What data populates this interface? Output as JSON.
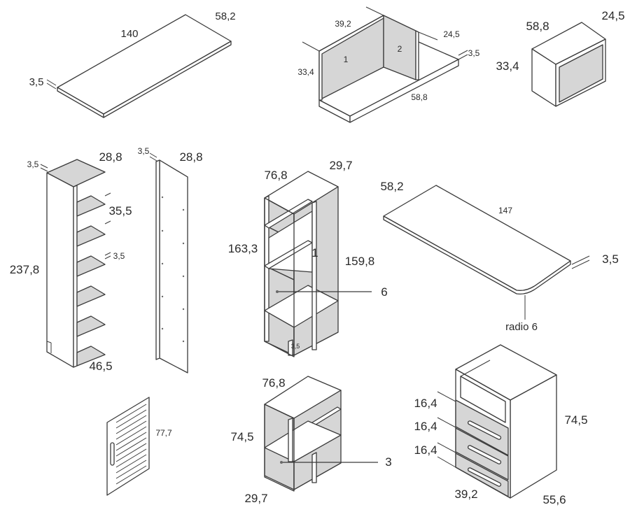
{
  "pieces": {
    "table_top_140": {
      "length": "140",
      "depth": "58,2",
      "thickness": "3,5"
    },
    "open_box": {
      "width": "39,2",
      "depth": "24,5",
      "height": "33,4",
      "thickness": "3,5",
      "bottom": "58,8",
      "panel_1": "1",
      "panel_2": "2"
    },
    "cabinet_box": {
      "width": "58,8",
      "depth": "24,5",
      "height": "33,4"
    },
    "tall_shelf": {
      "thickness": "3,5",
      "depth": "28,8",
      "height": "237,8",
      "spacing": "35,5",
      "shelf_thickness": "3,5",
      "base": "46,5"
    },
    "side_panel": {
      "thickness": "3,5",
      "depth": "28,8"
    },
    "bookcase_tall": {
      "width": "76,8",
      "depth": "29,7",
      "height_left": "163,3",
      "height_right": "159,8",
      "callout_1": "1",
      "callout_6": "6",
      "shelf_thickness": "3,5"
    },
    "desk_top": {
      "depth": "58,2",
      "length": "147",
      "thickness": "3,5",
      "radius": "radio 6"
    },
    "door": {
      "height": "77,7"
    },
    "bookcase_low": {
      "width": "76,8",
      "height": "74,5",
      "depth": "29,7",
      "callout_3": "3"
    },
    "drawer_unit": {
      "drawer_1": "16,4",
      "drawer_2": "16,4",
      "drawer_3": "16,4",
      "height": "74,5",
      "width": "39,2",
      "depth": "55,6"
    }
  },
  "colors": {
    "panel_grey": "#d6d6d6",
    "line": "#3a3a3a",
    "background": "#ffffff"
  }
}
